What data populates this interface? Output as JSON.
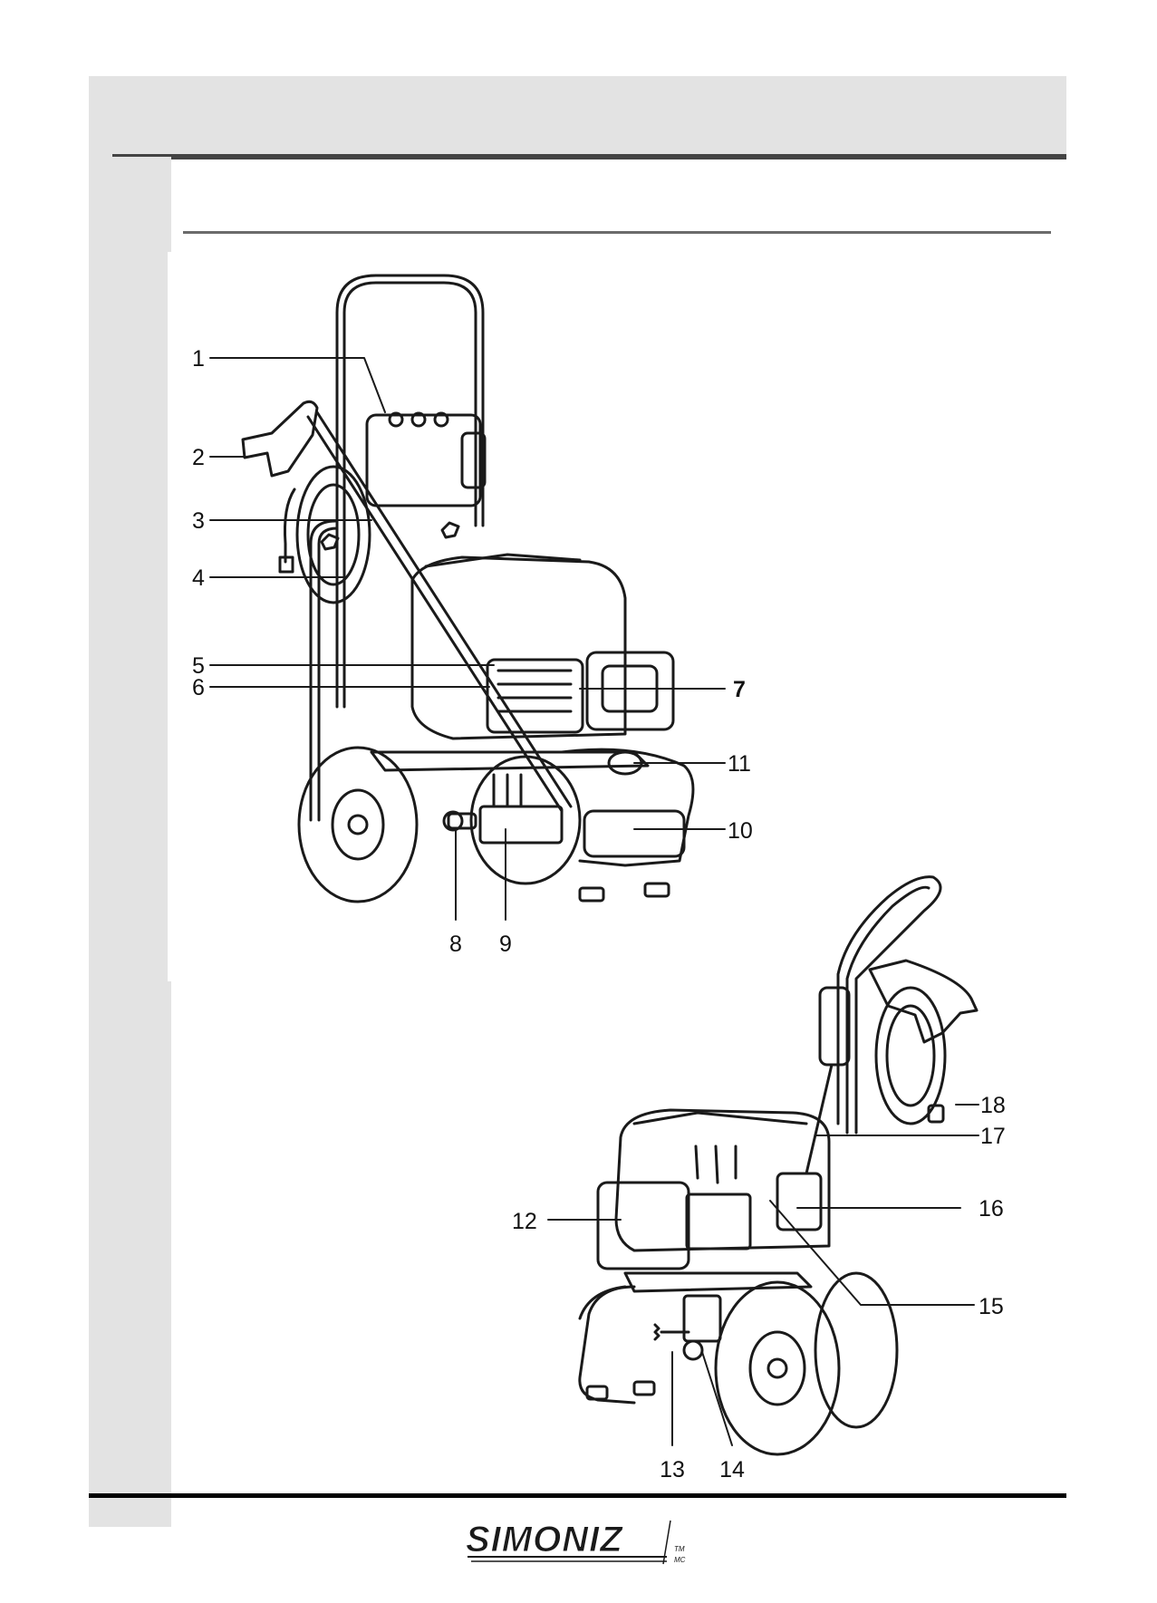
{
  "brand": {
    "name": "SIMONIZ",
    "marks": [
      "TM",
      "MC"
    ]
  },
  "callouts": [
    "1",
    "2",
    "3",
    "4",
    "5",
    "6",
    "7",
    "8",
    "9",
    "10",
    "11",
    "12",
    "13",
    "14",
    "15",
    "16",
    "17",
    "18"
  ],
  "colors": {
    "band": "#e3e3e3",
    "rule": "#444444",
    "title_rule": "#6b6b6b",
    "ink": "#111111"
  }
}
